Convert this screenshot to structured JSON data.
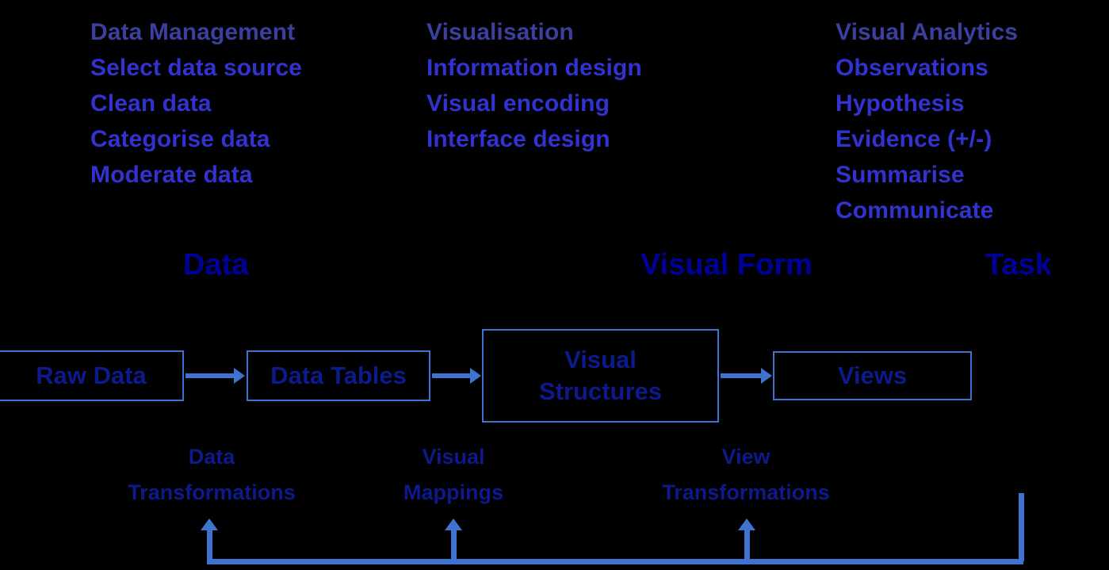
{
  "diagram": {
    "title": "Visual Analytics Pipeline",
    "colors": {
      "background": "#000000",
      "phase_title": "#3b3f9e",
      "phase_item": "#3232d1",
      "stage_heading": "#000099",
      "box_border": "#3f73d0",
      "box_label": "#0d1a8c",
      "arrow": "#3f73d0"
    },
    "phase_columns": [
      {
        "title": "Data Management",
        "items": [
          "Select data source",
          "Clean data",
          "Categorise data",
          "Moderate data"
        ]
      },
      {
        "title": "Visualisation",
        "items": [
          "Information design",
          "Visual encoding",
          "Interface design"
        ]
      },
      {
        "title": "Visual Analytics",
        "items": [
          "Observations",
          "Hypothesis",
          "Evidence (+/-)",
          "Summarise",
          "Communicate"
        ]
      }
    ],
    "stage_headings": [
      "Data",
      "Visual Form",
      "Task"
    ],
    "pipeline_boxes": [
      {
        "label": "Raw Data"
      },
      {
        "label": "Data Tables"
      },
      {
        "label": "Visual\nStructures"
      },
      {
        "label": "Views"
      }
    ],
    "transform_labels": [
      {
        "label": "Data\nTransformations"
      },
      {
        "label": "Visual\nMappings"
      },
      {
        "label": "View\nTransformations"
      }
    ]
  }
}
